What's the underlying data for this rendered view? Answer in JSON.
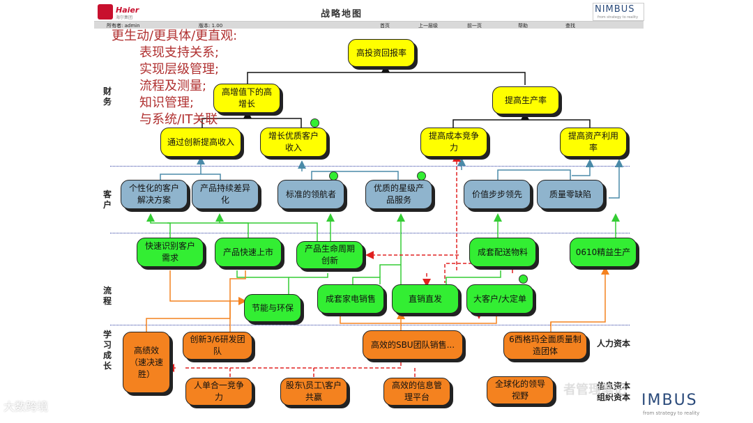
{
  "header": {
    "logo_text": "Haier",
    "logo_sub": "海尔集团",
    "title": "战略地图",
    "brand": "NIMBUS",
    "brand_sub": "from strategy to reality"
  },
  "menubar": {
    "owner": "所有者: admin",
    "version": "版本: 1.00",
    "home": "首页",
    "up": "上一层级",
    "prev": "前一页",
    "help": "帮助",
    "search": "查找"
  },
  "notes": [
    "更生动/更具体/更直观:",
    "表现支持关系;",
    "实现层级管理;",
    "流程及测量;",
    "知识管理;",
    "与系统/IT关联"
  ],
  "perspectives": {
    "finance": "财务",
    "customer": "客户",
    "process": "流程",
    "learning": "学习成长"
  },
  "right_labels": {
    "human": "人力资本",
    "info": "信息资本",
    "org": "组织资本"
  },
  "finance": {
    "roi": "高投资回报率",
    "growth": "高增值下的高增长",
    "productivity": "提高生产率",
    "innovation": "通过创新提高收入",
    "quality_customers": "增长优质客户收入",
    "cost": "提高成本竞争力",
    "asset": "提高资产利用率"
  },
  "customer": {
    "personalized": "个性化的客户解决方案",
    "differentiation": "产品持续差异化",
    "leader": "标准的领航者",
    "star_service": "优质的星级产品服务",
    "value_price": "价值步步领先",
    "zero_defect": "质量零缺陷"
  },
  "process": {
    "identify": "快速识别客户需求",
    "fast_launch": "产品快速上市",
    "lifecycle": "产品生命周期创新",
    "logistics": "成套配送物料",
    "lean": "0610精益生产",
    "energy": "节能与环保",
    "bundle_sales": "成套家电销售",
    "direct_sales": "直销直发",
    "key_accounts": "大客户/大定单"
  },
  "learning": {
    "performance": "高绩效（速决速胜）",
    "rd_team": "创新3/6研发团队",
    "sbu_team": "高效的SBU团队销售...",
    "six_sigma": "6西格玛全面质量制造团体",
    "individual": "人单合一竞争力",
    "shareholders": "股东\\员工\\客户共赢",
    "info_platform": "高效的信息管理平台",
    "global_vision": "全球化的领导视野"
  },
  "watermarks": {
    "left": "大数跨境",
    "right": "者管理笔记",
    "bottom_brand": "IMBUS",
    "bottom_sub": "from strategy to reality"
  },
  "colors": {
    "finance_box": "#ffff00",
    "customer_box": "#8fb4cd",
    "process_box": "#33ee33",
    "learning_box": "#f4821f",
    "note_text": "#b03030",
    "separator": "#2a3aa0"
  }
}
